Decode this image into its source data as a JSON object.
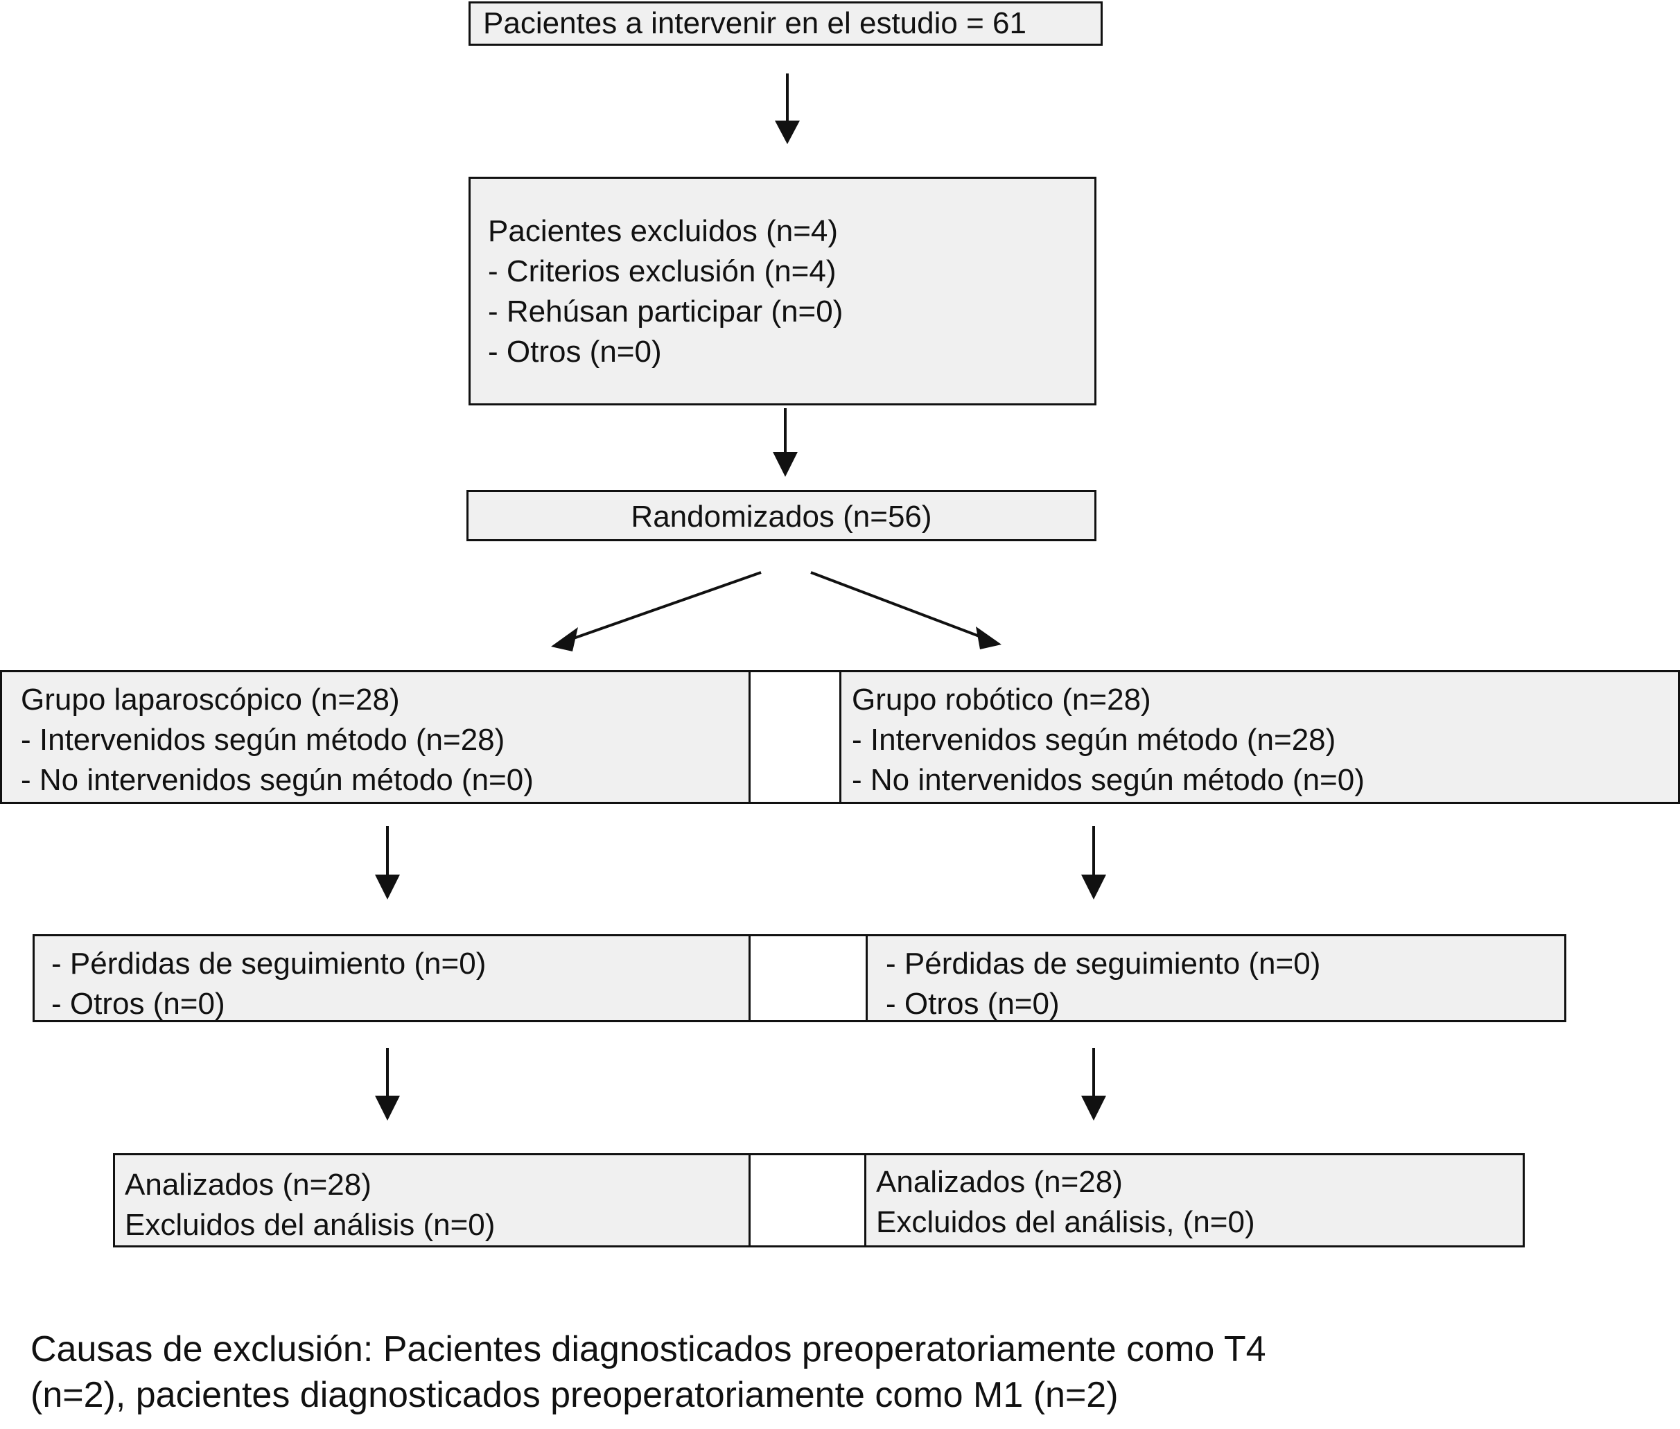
{
  "colors": {
    "box_fill": "#f0f0f0",
    "border": "#111111",
    "background": "#ffffff"
  },
  "enrolled": {
    "text": "Pacientes a intervenir en el estudio = 61"
  },
  "excluded": {
    "title": "Pacientes excluidos (n=4)",
    "items": [
      "- Criterios exclusión (n=4)",
      "- Rehúsan participar (n=0)",
      "- Otros (n=0)"
    ]
  },
  "randomized": {
    "text": "Randomizados (n=56)"
  },
  "allocation": {
    "left": {
      "title": "Grupo laparoscópico (n=28)",
      "items": [
        "- Intervenidos según método (n=28)",
        "- No intervenidos según método (n=0)"
      ]
    },
    "right": {
      "title": "Grupo robótico (n=28)",
      "items": [
        "- Intervenidos según método (n=28)",
        "- No intervenidos según método (n=0)"
      ]
    }
  },
  "followup": {
    "left": {
      "items": [
        "- Pérdidas de seguimiento (n=0)",
        "- Otros (n=0)"
      ]
    },
    "right": {
      "items": [
        "- Pérdidas de seguimiento (n=0)",
        "- Otros (n=0)"
      ]
    }
  },
  "analysis": {
    "left": {
      "items": [
        "Analizados (n=28)",
        "Excluidos del análisis (n=0)"
      ]
    },
    "right": {
      "items": [
        "Analizados (n=28)",
        "Excluidos del análisis, (n=0)"
      ]
    }
  },
  "footnote": {
    "lines": [
      "Causas de exclusión: Pacientes diagnosticados preoperatoriamente como T4",
      "(n=2), pacientes diagnosticados preoperatoriamente como M1 (n=2)"
    ]
  }
}
